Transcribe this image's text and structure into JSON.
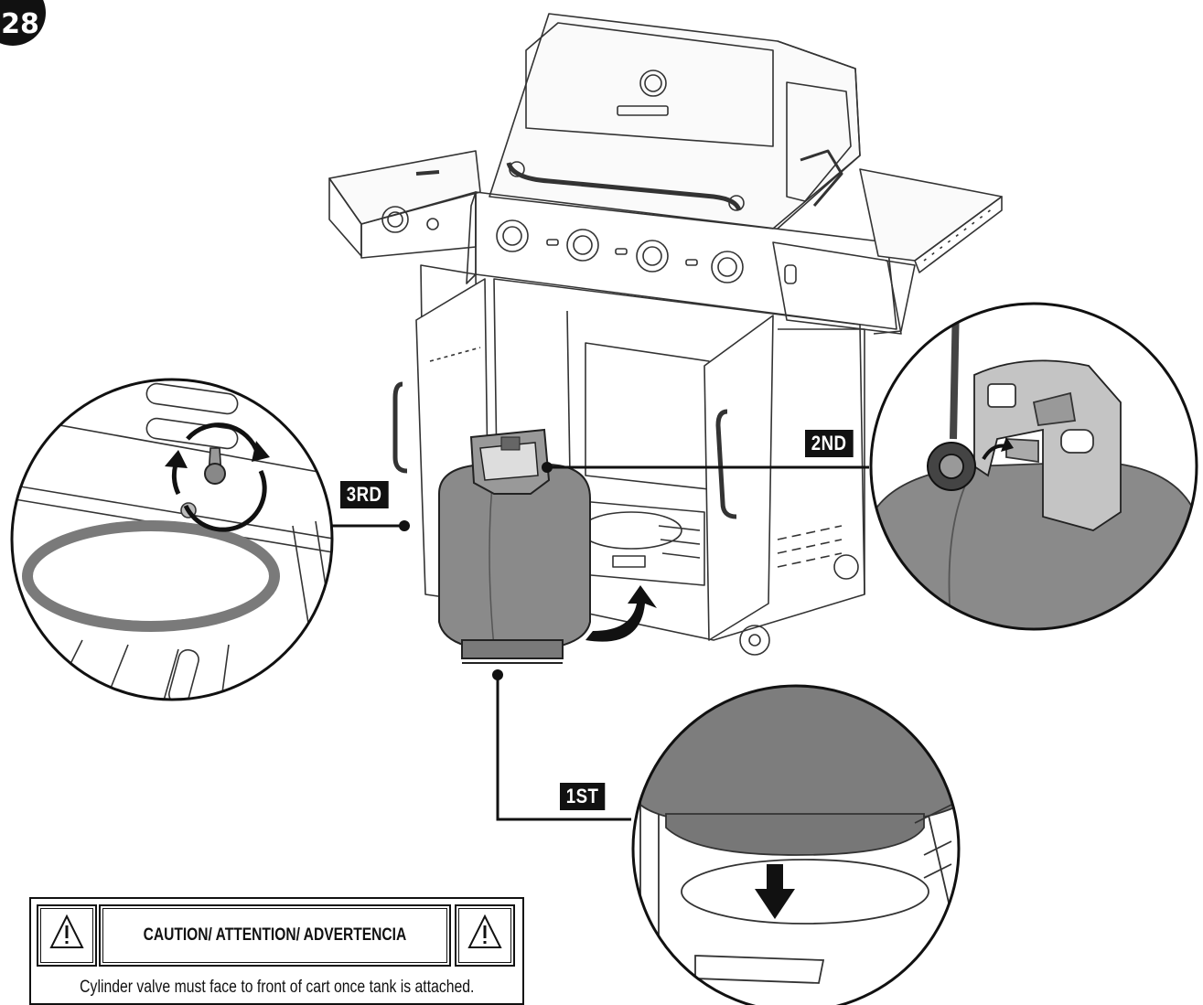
{
  "step_number": "28",
  "callouts": {
    "first": "1ST",
    "second": "2ND",
    "third": "3RD"
  },
  "caution": {
    "title": "CAUTION/ ATTENTION/ ADVERTENCIA",
    "note": "Cylinder valve must face to front of cart once tank is attached."
  },
  "icons": [
    "warning-triangle-icon",
    "rotate-arrows-icon",
    "down-arrow-icon",
    "curved-arrow-icon"
  ],
  "colors": {
    "ink": "#111111",
    "tank": "#8a8a8a",
    "ring": "#7a7a7a",
    "paper": "#ffffff"
  }
}
